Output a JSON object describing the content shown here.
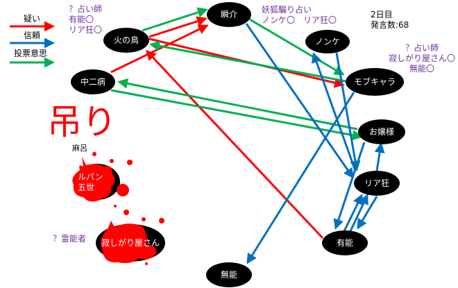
{
  "legend": {
    "suspect": "疑い",
    "trust": "信頼",
    "vote": "投票意思"
  },
  "colors": {
    "suspect": "#ff0000",
    "trust": "#0070c0",
    "vote": "#00b050",
    "note": "#7030a0"
  },
  "status": {
    "day": "2日目",
    "count": "発言数:68"
  },
  "notes": {
    "hinotori": [
      "？占い師",
      "有能〇",
      "リア狂〇"
    ],
    "shunsuke": [
      "妖狐騙り占い",
      "ノンケ〇　リア狂〇"
    ],
    "mob": [
      "？占い師",
      "寂しがり屋さん〇",
      "無能〇"
    ],
    "sabishi": "？霊能者"
  },
  "hanging": {
    "label": "吊り",
    "name": "麻呂"
  },
  "nodes": {
    "shunsuke": "瞬介",
    "hinotori": "火の鳥",
    "chuni": "中二病",
    "nonke": "ノンケ",
    "mob": "モブキャラ",
    "ojou": "お嬢様",
    "riakyo": "リア狂",
    "yuno": "有能",
    "muno": "無能",
    "lupin": "ルパン\n五世",
    "sabishi": "寂しがり屋さん"
  }
}
